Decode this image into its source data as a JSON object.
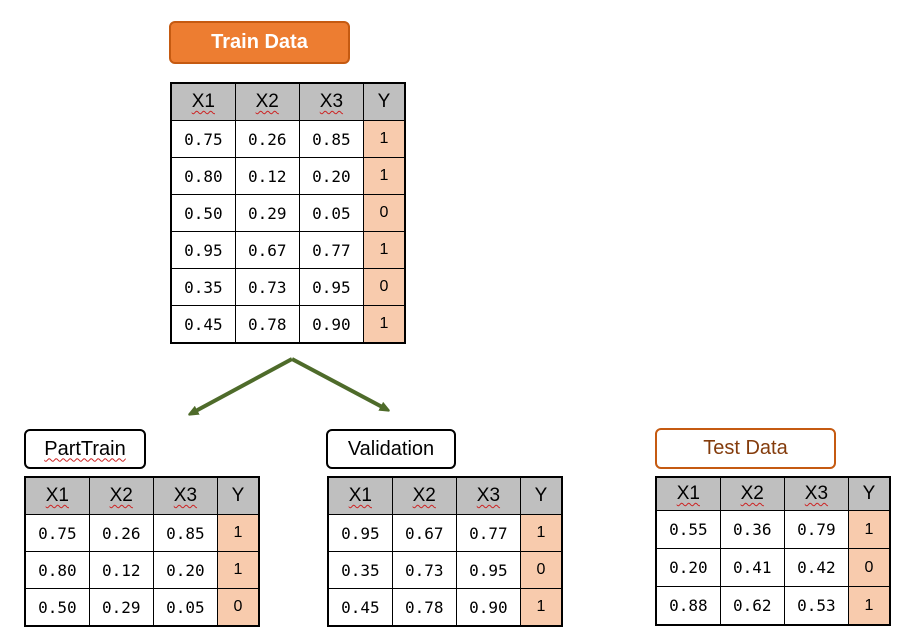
{
  "train": {
    "label": "Train Data",
    "headers": [
      "X1",
      "X2",
      "X3",
      "Y"
    ],
    "rows": [
      [
        "0.75",
        "0.26",
        "0.85",
        "1"
      ],
      [
        "0.80",
        "0.12",
        "0.20",
        "1"
      ],
      [
        "0.50",
        "0.29",
        "0.05",
        "0"
      ],
      [
        "0.95",
        "0.67",
        "0.77",
        "1"
      ],
      [
        "0.35",
        "0.73",
        "0.95",
        "0"
      ],
      [
        "0.45",
        "0.78",
        "0.90",
        "1"
      ]
    ]
  },
  "parttrain": {
    "label": "PartTrain",
    "headers": [
      "X1",
      "X2",
      "X3",
      "Y"
    ],
    "rows": [
      [
        "0.75",
        "0.26",
        "0.85",
        "1"
      ],
      [
        "0.80",
        "0.12",
        "0.20",
        "1"
      ],
      [
        "0.50",
        "0.29",
        "0.05",
        "0"
      ]
    ]
  },
  "validation": {
    "label": "Validation",
    "headers": [
      "X1",
      "X2",
      "X3",
      "Y"
    ],
    "rows": [
      [
        "0.95",
        "0.67",
        "0.77",
        "1"
      ],
      [
        "0.35",
        "0.73",
        "0.95",
        "0"
      ],
      [
        "0.45",
        "0.78",
        "0.90",
        "1"
      ]
    ]
  },
  "test": {
    "label": "Test Data",
    "headers": [
      "X1",
      "X2",
      "X3",
      "Y"
    ],
    "rows": [
      [
        "0.55",
        "0.36",
        "0.79",
        "1"
      ],
      [
        "0.20",
        "0.41",
        "0.42",
        "0"
      ],
      [
        "0.88",
        "0.62",
        "0.53",
        "1"
      ]
    ]
  },
  "colors": {
    "train_label_bg": "#ED7D31",
    "test_label_text": "#843C0C",
    "header_bg": "#BFBFBF",
    "y_cell_bg": "#F8CBAD",
    "arrow": "#4E6B2A"
  }
}
